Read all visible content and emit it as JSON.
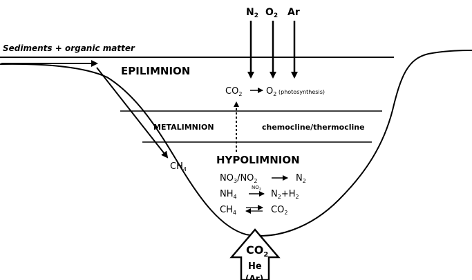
{
  "sediments_label": "Sediments + organic matter",
  "epilimnion": "EPILIMNION",
  "metalimnion": "METALIMNION",
  "chemocline": "chemocline/thermocline",
  "hypolimnion": "HYPOLIMNION",
  "gases_in": {
    "n2": "N",
    "o2": "O",
    "ar": "Ar",
    "sub2": "2"
  },
  "photo": {
    "co": "CO",
    "sub2": "2",
    "o": "O",
    "note": "(photosynthesis)"
  },
  "methane_label": {
    "ch": "CH",
    "sub4": "4"
  },
  "reactions": {
    "r1": {
      "a": "NO",
      "a_sub": "3",
      "slash": "/",
      "b": "NO",
      "b_sub": "2",
      "prod": "N",
      "prod_sub": "2"
    },
    "r2": {
      "a": "NH",
      "a_sub": "4",
      "over": "NO",
      "over_sub": "2",
      "prod1": "N",
      "prod1_sub": "2",
      "plus": "+",
      "prod2": "H",
      "prod2_sub": "2"
    },
    "r3": {
      "a": "CH",
      "a_sub": "4",
      "prod": "CO",
      "prod_sub": "2"
    }
  },
  "bottom_arrow": {
    "co": "CO",
    "sub2": "2",
    "he": "He",
    "ar": "(Ar)"
  },
  "colors": {
    "line": "#000000",
    "background": "#ffffff"
  }
}
